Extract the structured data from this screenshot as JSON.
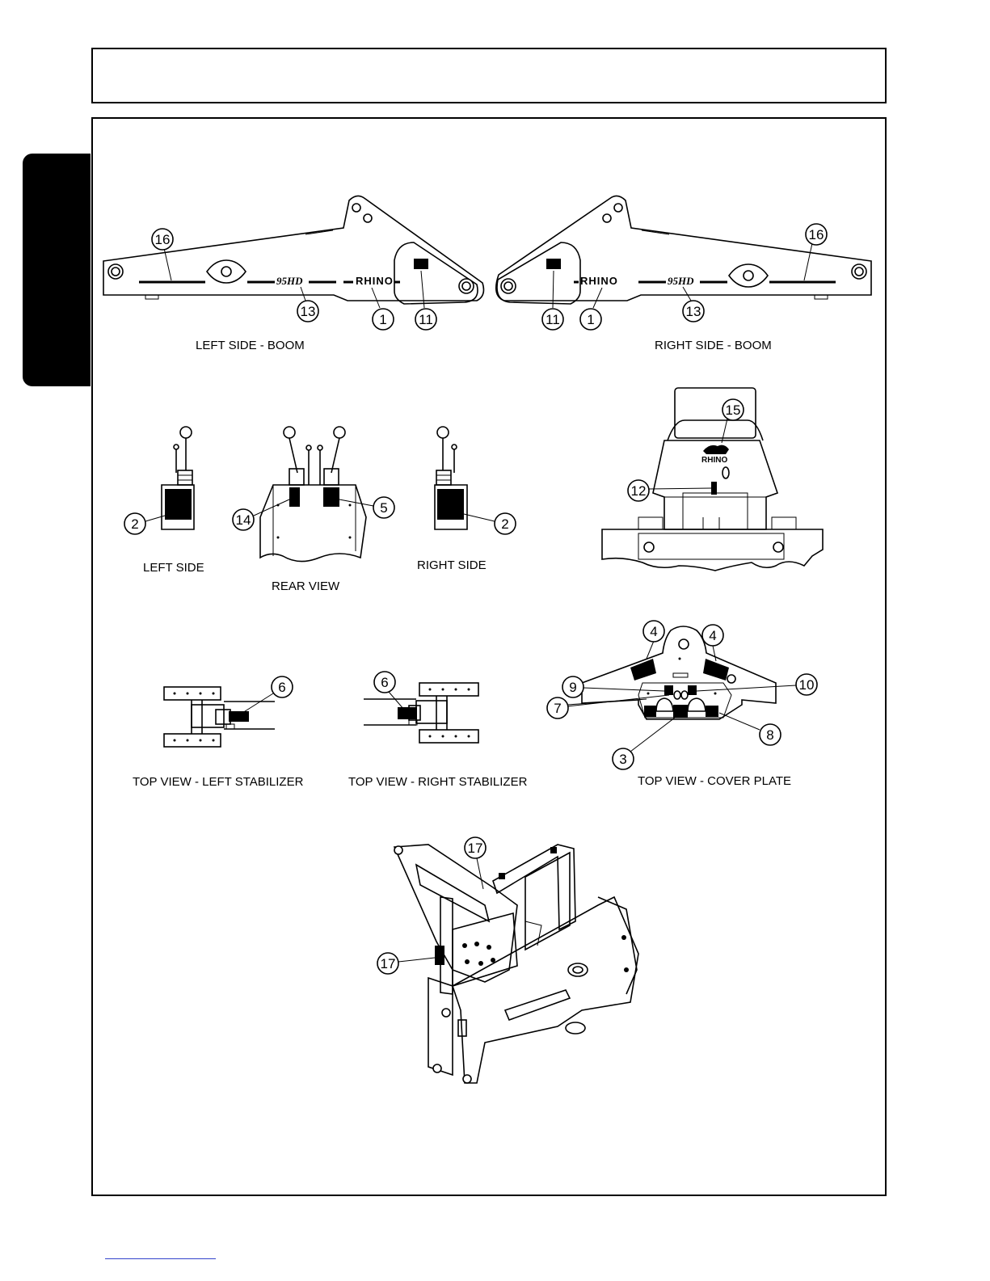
{
  "captions": {
    "left_side_boom": "LEFT SIDE - BOOM",
    "right_side_boom": "RIGHT SIDE - BOOM",
    "left_side": "LEFT SIDE",
    "rear_view": "REAR VIEW",
    "right_side": "RIGHT SIDE",
    "top_view_left_stabilizer": "TOP VIEW - LEFT STABILIZER",
    "top_view_right_stabilizer": "TOP VIEW - RIGHT STABILIZER",
    "top_view_cover_plate": "TOP VIEW - COVER PLATE"
  },
  "boom_markings": {
    "model": "95HD",
    "brand": "RHINO"
  },
  "callouts": {
    "left_boom": [
      "16",
      "13",
      "1",
      "11"
    ],
    "right_boom": [
      "16",
      "13",
      "11",
      "1"
    ],
    "left_side": [
      "2"
    ],
    "rear_view": [
      "14",
      "5"
    ],
    "right_side": [
      "2"
    ],
    "rear_frame": [
      "15",
      "12"
    ],
    "left_stabilizer": [
      "6"
    ],
    "right_stabilizer": [
      "6"
    ],
    "cover_plate": [
      "4",
      "4",
      "9",
      "10",
      "7",
      "8",
      "3"
    ],
    "frame_iso": [
      "17",
      "17"
    ]
  }
}
